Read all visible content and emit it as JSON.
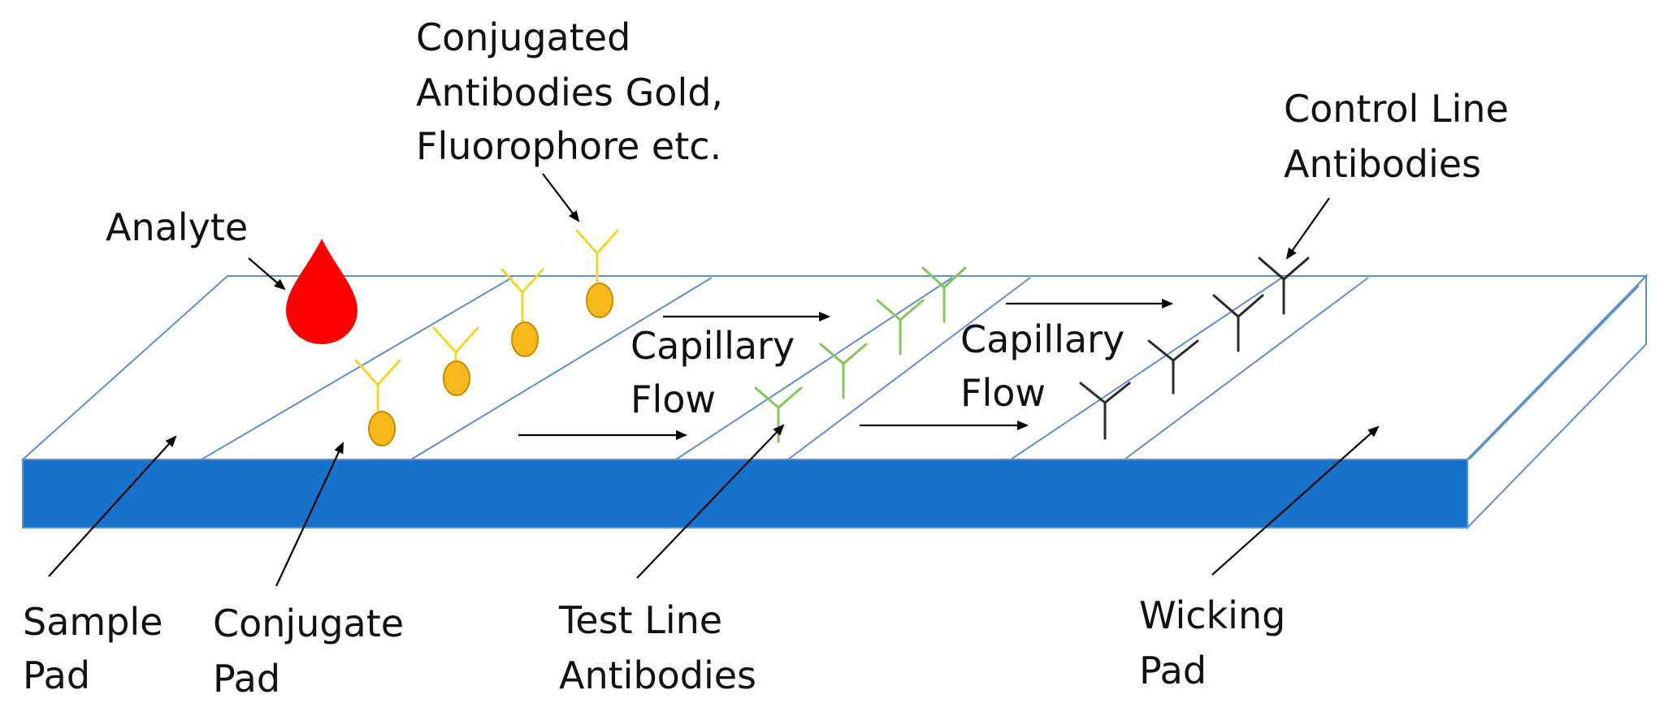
{
  "colors": {
    "strip_front": "#1772cc",
    "strip_outline": "#5b8fd6",
    "drop": "#ff0000",
    "conjugate_antibody": "#f5d52a",
    "gold_particle": "#f7b91a",
    "gold_particle_stroke": "#c98c00",
    "test_antibody": "#7fc75a",
    "control_antibody": "#2a2a2a",
    "arrow": "#000000",
    "text": "#111111"
  },
  "labels": {
    "conjugated": [
      "Conjugated",
      "Antibodies Gold,",
      "Fluorophore etc."
    ],
    "control_line": [
      "Control Line",
      "Antibodies"
    ],
    "analyte": [
      "Analyte"
    ],
    "capillary_flow_1": [
      "Capillary",
      "Flow"
    ],
    "capillary_flow_2": [
      "Capillary",
      "Flow"
    ],
    "sample_pad": [
      "Sample",
      "Pad"
    ],
    "conjugate_pad": [
      "Conjugate",
      "Pad"
    ],
    "test_line": [
      "Test Line",
      "Antibodies"
    ],
    "wicking_pad": [
      "Wicking",
      "Pad"
    ]
  }
}
